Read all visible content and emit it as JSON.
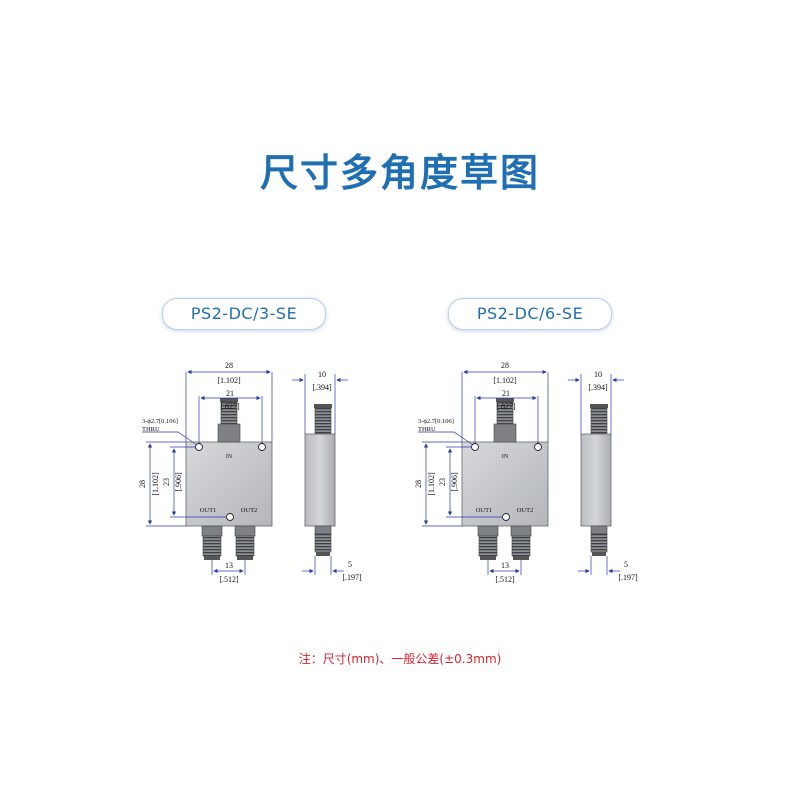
{
  "title": "尺寸多角度草图",
  "note": "注：尺寸(mm)、一般公差(±0.3mm)",
  "colors": {
    "title": "#1f6fb2",
    "note": "#d9232b",
    "badge_border": "#b8cfe6",
    "dimension_line": "#2a3aa8"
  },
  "drawings": [
    {
      "model": "PS2-DC/3-SE",
      "hole_note": [
        "3-ϕ2.7[0.106]",
        "THRU"
      ],
      "dim_width": [
        "28",
        "[1.102]"
      ],
      "dim_hole_spacing": [
        "21",
        "[.827]"
      ],
      "dim_height": [
        "28",
        "[1.102]"
      ],
      "dim_hole_vertical": [
        "23",
        "[.906]"
      ],
      "dim_out_spacing": [
        "13",
        "[.512]"
      ],
      "dim_thickness": [
        "10",
        "[.394]"
      ],
      "dim_side_connector": [
        "5",
        "[.197]"
      ],
      "label_in": "IN",
      "label_out1": "OUT1",
      "label_out2": "OUT2"
    },
    {
      "model": "PS2-DC/6-SE",
      "hole_note": [
        "3-ϕ2.7[0.106]",
        "THRU"
      ],
      "dim_width": [
        "28",
        "[1.102]"
      ],
      "dim_hole_spacing": [
        "21",
        "[.827]"
      ],
      "dim_height": [
        "28",
        "[1.102]"
      ],
      "dim_hole_vertical": [
        "23",
        "[.906]"
      ],
      "dim_out_spacing": [
        "13",
        "[.512]"
      ],
      "dim_thickness": [
        "10",
        "[.394]"
      ],
      "dim_side_connector": [
        "5",
        "[.197]"
      ],
      "label_in": "IN",
      "label_out1": "OUT1",
      "label_out2": "OUT2"
    }
  ]
}
